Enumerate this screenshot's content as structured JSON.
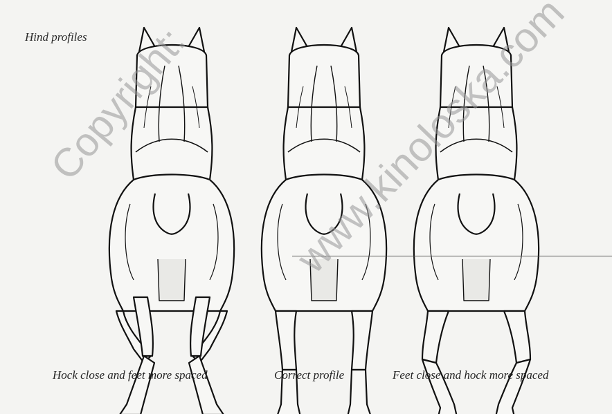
{
  "heading": "Hind profiles",
  "figures": [
    {
      "caption": "Hock close and feet more spaced",
      "icon": "dog-hind-view-hock-close-icon"
    },
    {
      "caption": "Correct profile",
      "icon": "dog-hind-view-correct-icon"
    },
    {
      "caption": "Feet close and hock more spaced",
      "icon": "dog-hind-view-feet-close-icon"
    }
  ],
  "watermarks": [
    "Copyright:",
    "www.kinoloska.com"
  ]
}
